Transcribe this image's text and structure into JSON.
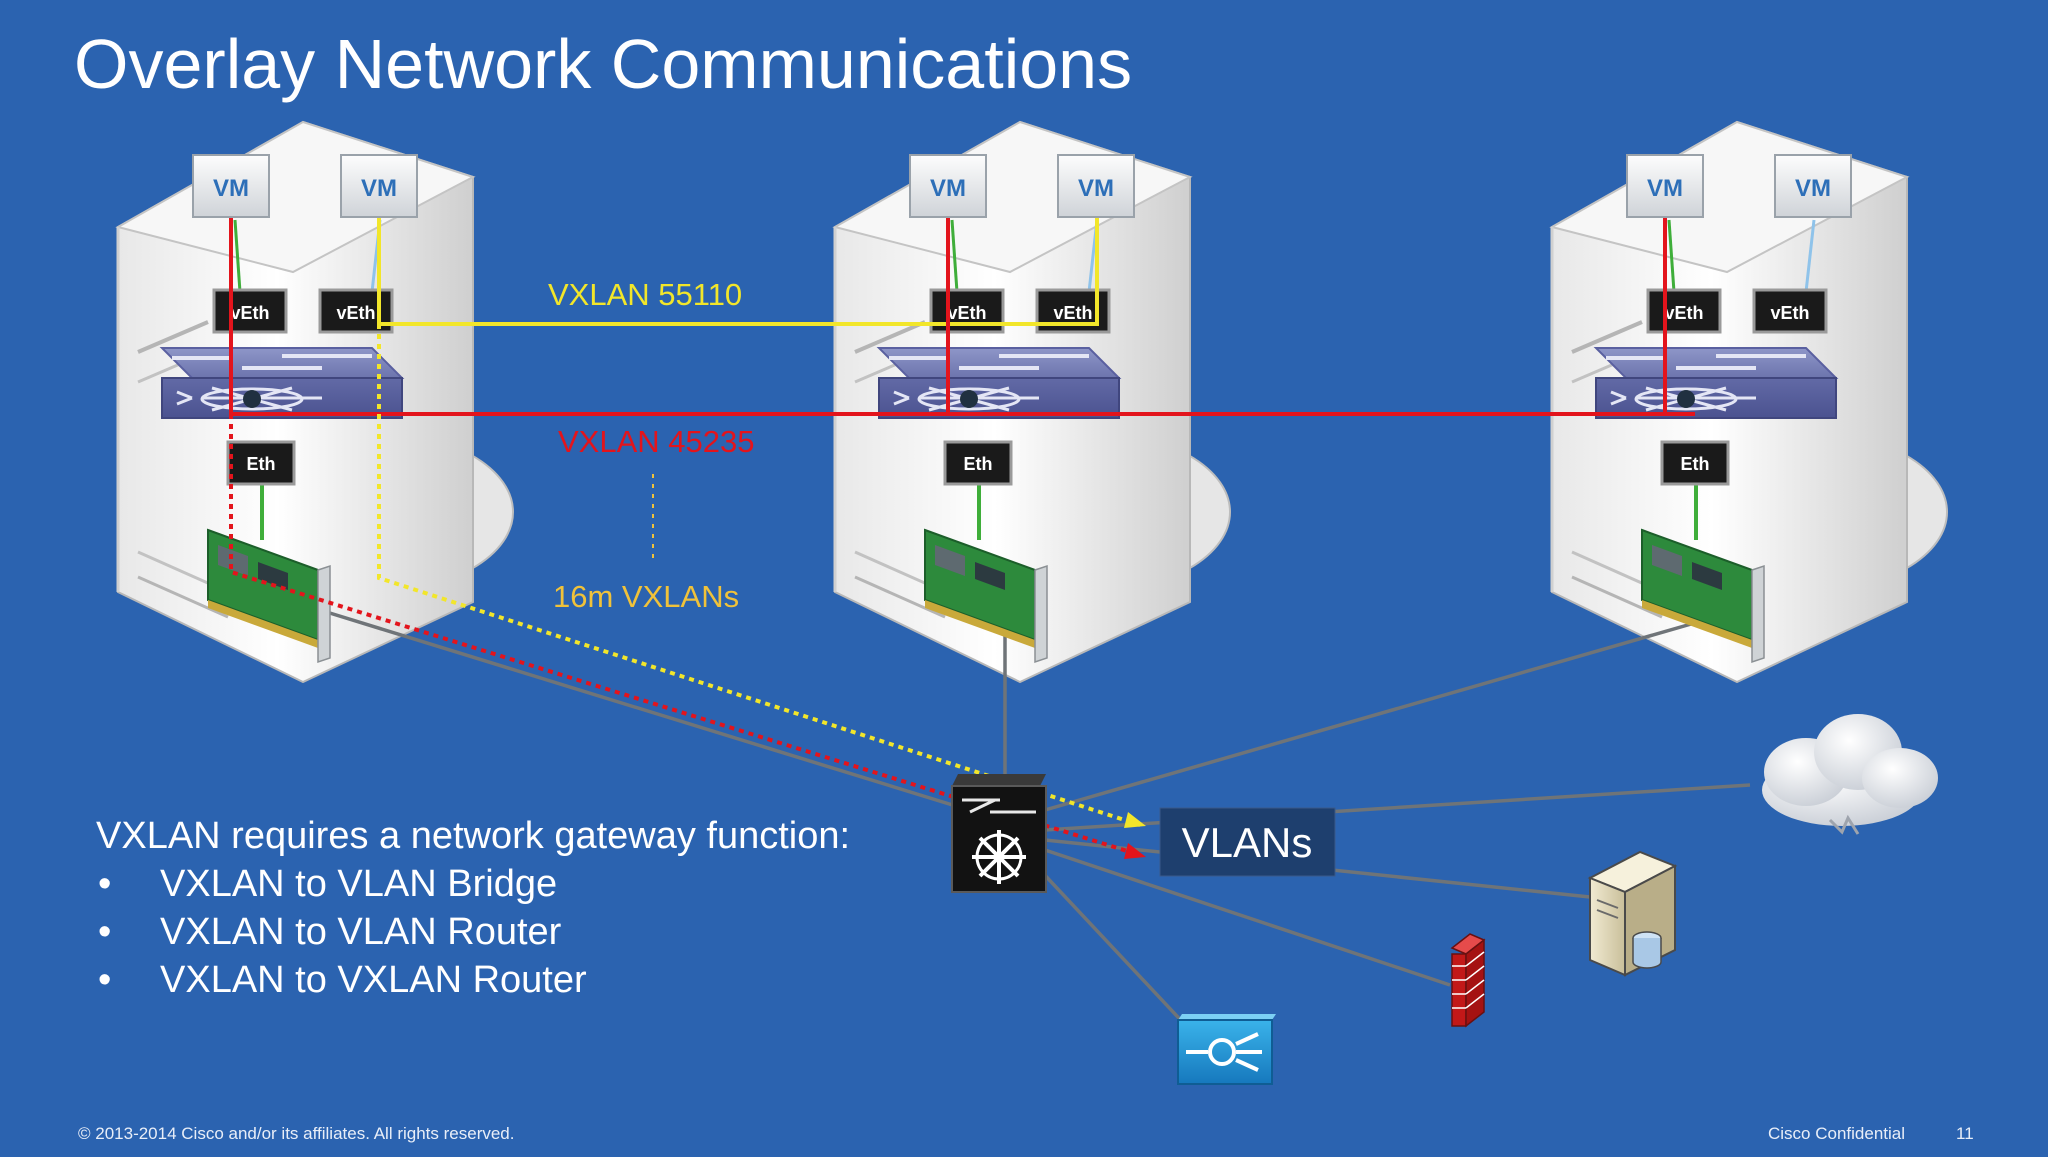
{
  "slide": {
    "title": "Overlay Network Communications",
    "labels": {
      "vxlan_yellow": "VXLAN 55110",
      "vxlan_red": "VXLAN 45235",
      "vxlan_count": "16m VXLANs",
      "vlans": "VLANs",
      "vm": "VM",
      "veth": "vEth",
      "eth": "Eth"
    },
    "bullets": {
      "intro": "VXLAN requires a network gateway function:",
      "bullet_glyph": "•",
      "items": [
        "VXLAN to VLAN Bridge",
        "VXLAN to VLAN Router",
        "VXLAN to VXLAN Router"
      ]
    },
    "footer": {
      "copyright": "© 2013-2014  Cisco and/or its affiliates. All rights reserved.",
      "confidential": "Cisco Confidential",
      "page": "11"
    }
  },
  "colors": {
    "background": "#2b63b0",
    "vxlan_yellow": "#f2e62a",
    "vxlan_red": "#e3141c",
    "vxlan_count_text": "#f0c23a",
    "link_gray": "#6f7478",
    "vm_link_green": "#3fae3a",
    "vm_link_blue": "#8fc3ea"
  },
  "icons": [
    "server-icon",
    "vm-icon",
    "veth-port-icon",
    "eth-port-icon",
    "virtual-switch-icon",
    "nic-card-icon",
    "gateway-switch-icon",
    "cloud-icon",
    "file-server-icon",
    "firewall-icon",
    "load-balancer-icon"
  ]
}
